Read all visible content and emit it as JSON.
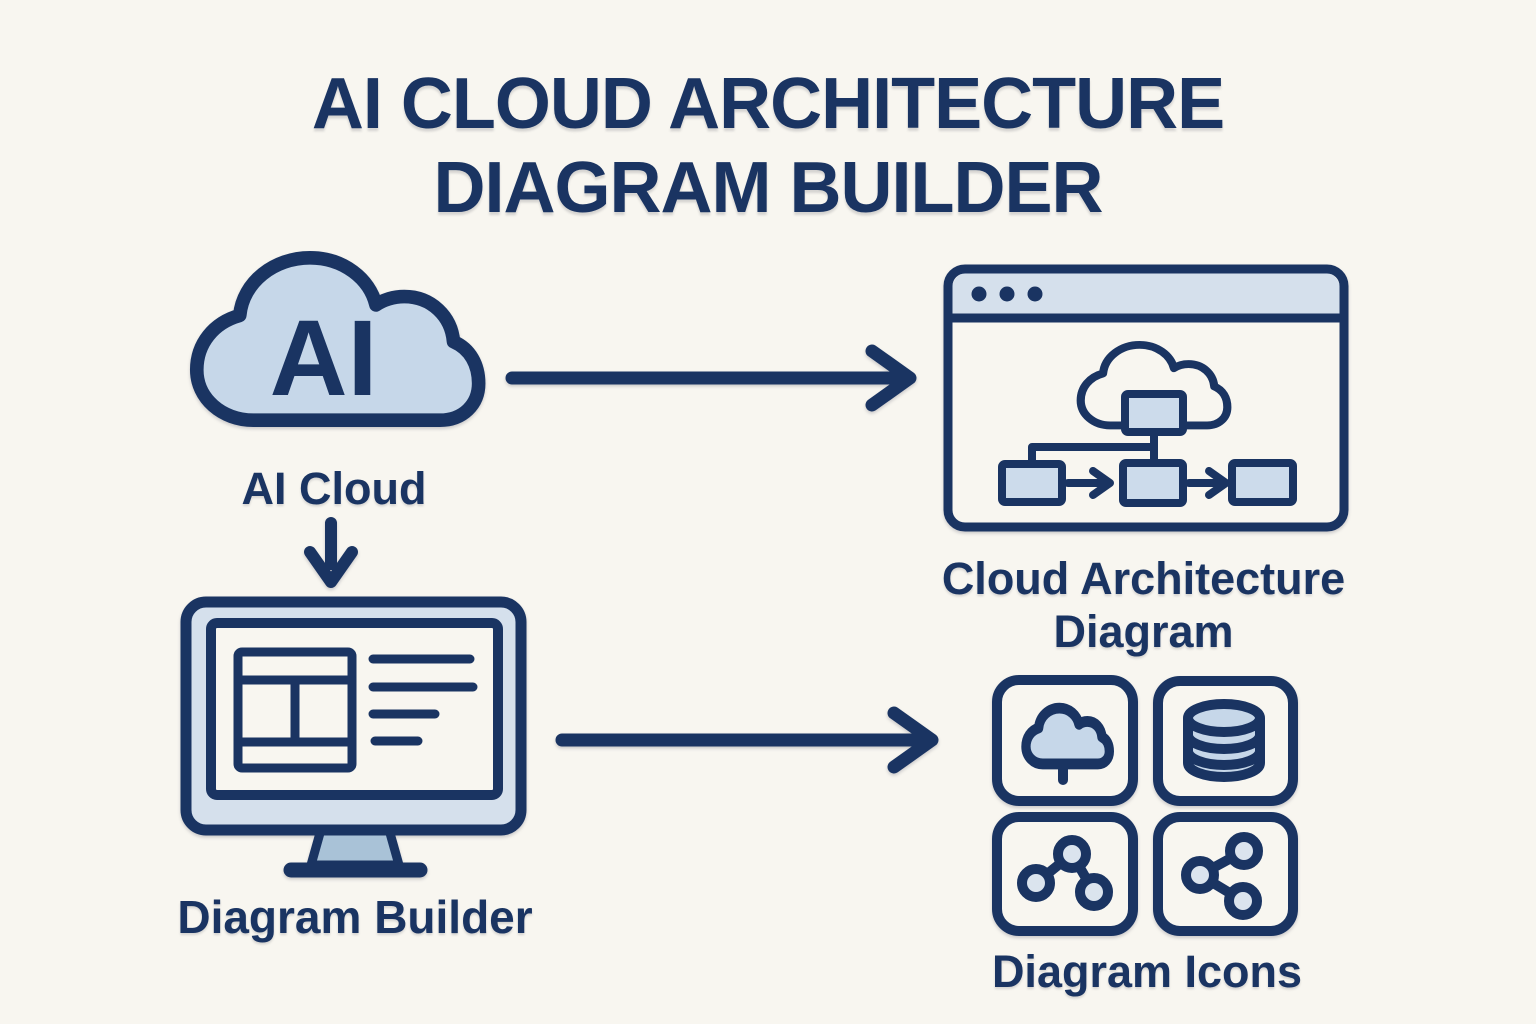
{
  "title": {
    "line1": "AI CLOUD ARCHITECTURE",
    "line2": "DIAGRAM BUILDER"
  },
  "nodes": {
    "ai_cloud": {
      "label": "AI Cloud",
      "badge_text": "AI",
      "icon": "ai-cloud-icon"
    },
    "cloud_architecture_diagram": {
      "label": "Cloud Architecture Diagram",
      "icon": "browser-window-flowchart-icon"
    },
    "diagram_builder": {
      "label": "Diagram Builder",
      "icon": "monitor-wireframe-icon"
    },
    "diagram_icons": {
      "label": "Diagram Icons",
      "icons": [
        "cloud-icon",
        "database-icon",
        "graph-nodes-icon",
        "share-icon"
      ]
    }
  },
  "edges": [
    {
      "from": "ai_cloud",
      "to": "cloud_architecture_diagram",
      "direction": "right"
    },
    {
      "from": "ai_cloud",
      "to": "diagram_builder",
      "direction": "down"
    },
    {
      "from": "diagram_builder",
      "to": "diagram_icons",
      "direction": "right"
    }
  ],
  "colors": {
    "bg": "#f8f6f0",
    "navy": "#1a3462",
    "light_blue": "#c6d7e9",
    "pale_blue": "#d5e0ec",
    "box_blue": "#ccdbeb",
    "stand_blue": "#a9c2d7",
    "node_fill": "#dbe4ee"
  }
}
